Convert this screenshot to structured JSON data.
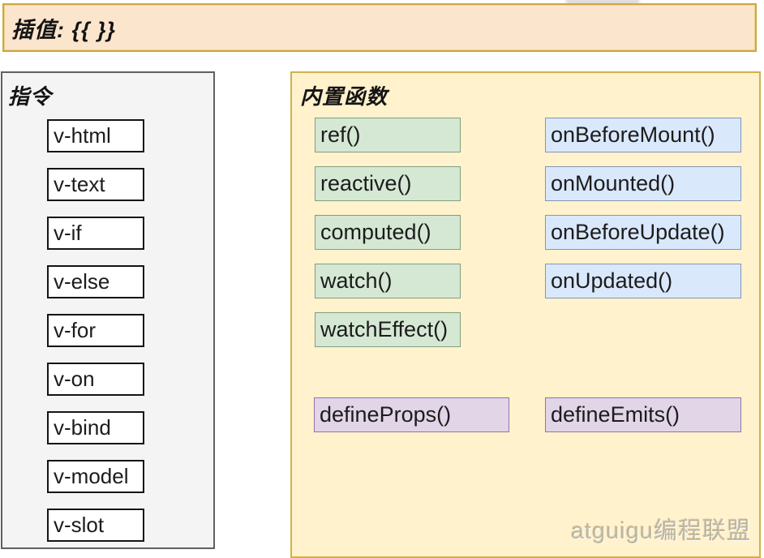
{
  "banner": {
    "label": "插值:  {{ }}"
  },
  "directives_panel": {
    "title": "指令",
    "items": [
      "v-html",
      "v-text",
      "v-if",
      "v-else",
      "v-for",
      "v-on",
      "v-bind",
      "v-model",
      "v-slot"
    ]
  },
  "functions_panel": {
    "title": "内置函数",
    "reactivity_functions": [
      "ref()",
      "reactive()",
      "computed()",
      "watch()",
      "watchEffect()"
    ],
    "lifecycle_hooks": [
      "onBeforeMount()",
      "onMounted()",
      "onBeforeUpdate()",
      "onUpdated()"
    ],
    "compiler_macros": [
      "defineProps()",
      "defineEmits()"
    ]
  },
  "watermark": "atguigu编程联盟",
  "colors": {
    "banner_fill": "#fce5cd",
    "banner_border": "#d0a73e",
    "directives_panel_fill": "#f4f4f4",
    "directives_panel_border": "#5f5f5f",
    "directive_box_fill": "#ffffff",
    "directive_box_border": "#141414",
    "functions_panel_fill": "#fff2cc",
    "functions_panel_border": "#d2b148",
    "reactivity_fill": "#d5e8d4",
    "reactivity_border": "#7f9f7f",
    "lifecycle_fill": "#dae8fc",
    "lifecycle_border": "#8595b5",
    "macro_fill": "#e1d5e7",
    "macro_border": "#9673a6"
  }
}
